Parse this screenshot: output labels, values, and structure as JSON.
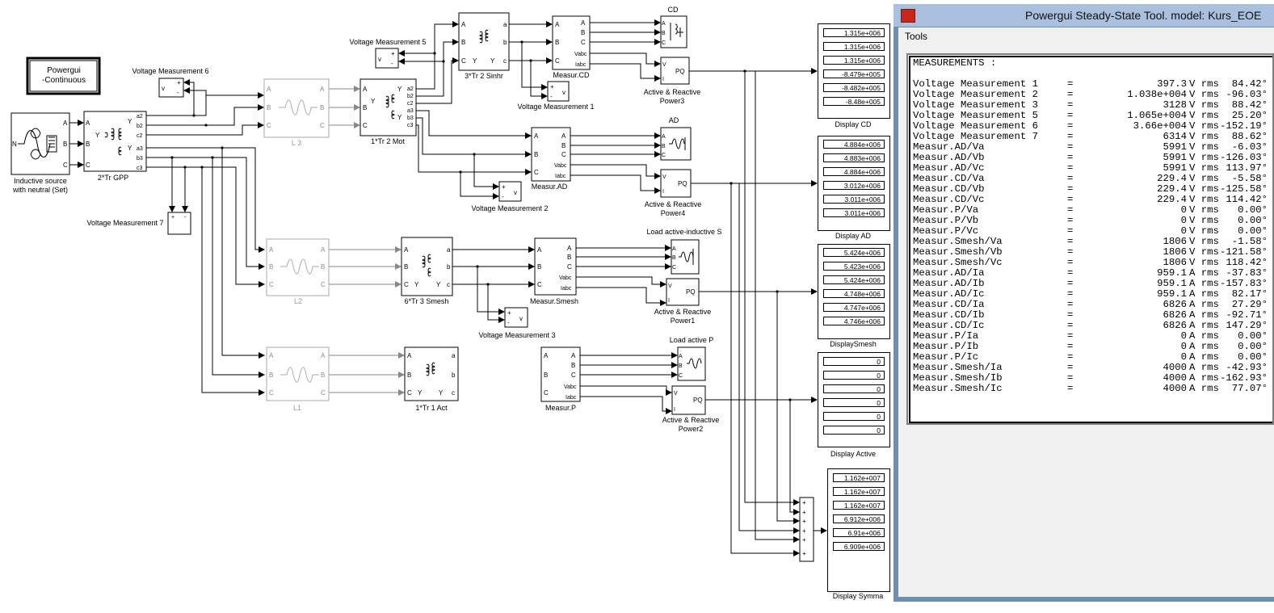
{
  "blocks": {
    "powergui": "Powergui\n-Continuous",
    "powergui_l1": "Powergui",
    "powergui_l2": "-Continuous",
    "source_l1": "Inductive source",
    "source_l2": "with neutral (Set)",
    "tr_gpp": "2*Tr GPP",
    "vm6": "Voltage Measurement 6",
    "vm5": "Voltage Measurement 5",
    "vm7": "Voltage Measurement 7",
    "vm1": "Voltage Measurement 1",
    "vm2": "Voltage Measurement 2",
    "vm3": "Voltage Measurement 3",
    "l3": "L 3",
    "l2": "L2",
    "l1": "L1",
    "tr_mot": "1*Tr 2 Mot",
    "tr_sinhr": "3*Tr 2 Sinhr",
    "tr_smesh": "6*Tr 3 Smesh",
    "tr_act": "1*Tr 1 Act",
    "measur_cd": "Measur.CD",
    "measur_ad": "Measur.AD",
    "measur_smesh": "Measur.Smesh",
    "measur_p": "Measur.P",
    "load_cd": "CD",
    "load_ad": "AD",
    "load_smesh": "Load active-inductive  S",
    "load_p": "Load active P",
    "pq3_l1": "Active & Reactive",
    "pq3_l2": "Power3",
    "pq4_l1": "Active & Reactive",
    "pq4_l2": "Power4",
    "pq1_l1": "Active & Reactive",
    "pq1_l2": "Power1",
    "pq2_l1": "Active & Reactive",
    "pq2_l2": "Power2",
    "port_a": "A",
    "port_b": "B",
    "port_c": "C",
    "port_a_low": "a",
    "port_b_low": "b",
    "port_c_low": "c",
    "port_vabc": "Vabc",
    "port_iabc": "Iabc",
    "port_pq": "PQ",
    "port_v": "V",
    "port_i": "I",
    "port_y": "Y",
    "port_n": "N",
    "port_a2": "a2",
    "port_b2": "b2",
    "port_c2": "c2",
    "port_a3": "a3",
    "port_b3": "b3",
    "port_c3": "c3",
    "plus": "+",
    "minus": "-",
    "v": "v"
  },
  "displays": {
    "cd": {
      "title": "Display CD",
      "values": [
        "1.315e+006",
        "1.315e+006",
        "1.315e+006",
        "-8.479e+005",
        "-8.482e+005",
        "-8.48e+005"
      ]
    },
    "ad": {
      "title": "Display AD",
      "values": [
        "4.884e+006",
        "4.883e+006",
        "4.884e+006",
        "3.012e+006",
        "3.011e+006",
        "3.011e+006"
      ]
    },
    "smesh": {
      "title": "DisplaySmesh",
      "values": [
        "5.424e+006",
        "5.423e+006",
        "5.424e+006",
        "4.748e+006",
        "4.747e+006",
        "4.746e+006"
      ]
    },
    "active": {
      "title": "Display Active",
      "values": [
        "0",
        "0",
        "0",
        "0",
        "0",
        "0"
      ]
    },
    "symma": {
      "title": "Display Symma",
      "values": [
        "1.162e+007",
        "1.162e+007",
        "1.162e+007",
        "6.912e+006",
        "6.91e+006",
        "6.909e+006"
      ]
    }
  },
  "tool_window": {
    "title": "Powergui Steady-State Tool. model: Kurs_EOE",
    "menu": "Tools",
    "header": "MEASUREMENTS :",
    "rows": [
      {
        "name": "Voltage Measurement 1",
        "value": "397.3",
        "unit": "V rms",
        "angle": "84.42°"
      },
      {
        "name": "Voltage Measurement 2",
        "value": "1.038e+004",
        "unit": "V rms",
        "angle": "-96.03°"
      },
      {
        "name": "Voltage Measurement 3",
        "value": "3128",
        "unit": "V rms",
        "angle": "88.42°"
      },
      {
        "name": "Voltage Measurement 5",
        "value": "1.065e+004",
        "unit": "V rms",
        "angle": "25.20°"
      },
      {
        "name": "Voltage Measurement 6",
        "value": "3.66e+004",
        "unit": "V rms",
        "angle": "-152.19°"
      },
      {
        "name": "Voltage Measurement 7",
        "value": "6314",
        "unit": "V rms",
        "angle": "88.62°"
      },
      {
        "name": "Measur.AD/Va",
        "value": "5991",
        "unit": "V rms",
        "angle": "-6.03°"
      },
      {
        "name": "Measur.AD/Vb",
        "value": "5991",
        "unit": "V rms",
        "angle": "-126.03°"
      },
      {
        "name": "Measur.AD/Vc",
        "value": "5991",
        "unit": "V rms",
        "angle": "113.97°"
      },
      {
        "name": "Measur.CD/Va",
        "value": "229.4",
        "unit": "V rms",
        "angle": "-5.58°"
      },
      {
        "name": "Measur.CD/Vb",
        "value": "229.4",
        "unit": "V rms",
        "angle": "-125.58°"
      },
      {
        "name": "Measur.CD/Vc",
        "value": "229.4",
        "unit": "V rms",
        "angle": "114.42°"
      },
      {
        "name": "Measur.P/Va",
        "value": "0",
        "unit": "V rms",
        "angle": "0.00°"
      },
      {
        "name": "Measur.P/Vb",
        "value": "0",
        "unit": "V rms",
        "angle": "0.00°"
      },
      {
        "name": "Measur.P/Vc",
        "value": "0",
        "unit": "V rms",
        "angle": "0.00°"
      },
      {
        "name": "Measur.Smesh/Va",
        "value": "1806",
        "unit": "V rms",
        "angle": "-1.58°"
      },
      {
        "name": "Measur.Smesh/Vb",
        "value": "1806",
        "unit": "V rms",
        "angle": "-121.58°"
      },
      {
        "name": "Measur.Smesh/Vc",
        "value": "1806",
        "unit": "V rms",
        "angle": "118.42°"
      },
      {
        "name": "Measur.AD/Ia",
        "value": "959.1",
        "unit": "A rms",
        "angle": "-37.83°"
      },
      {
        "name": "Measur.AD/Ib",
        "value": "959.1",
        "unit": "A rms",
        "angle": "-157.83°"
      },
      {
        "name": "Measur.AD/Ic",
        "value": "959.1",
        "unit": "A rms",
        "angle": "82.17°"
      },
      {
        "name": "Measur.CD/Ia",
        "value": "6826",
        "unit": "A rms",
        "angle": "27.29°"
      },
      {
        "name": "Measur.CD/Ib",
        "value": "6826",
        "unit": "A rms",
        "angle": "-92.71°"
      },
      {
        "name": "Measur.CD/Ic",
        "value": "6826",
        "unit": "A rms",
        "angle": "147.29°"
      },
      {
        "name": "Measur.P/Ia",
        "value": "0",
        "unit": "A rms",
        "angle": "0.00°"
      },
      {
        "name": "Measur.P/Ib",
        "value": "0",
        "unit": "A rms",
        "angle": "0.00°"
      },
      {
        "name": "Measur.P/Ic",
        "value": "0",
        "unit": "A rms",
        "angle": "0.00°"
      },
      {
        "name": "Measur.Smesh/Ia",
        "value": "4000",
        "unit": "A rms",
        "angle": "-42.93°"
      },
      {
        "name": "Measur.Smesh/Ib",
        "value": "4000",
        "unit": "A rms",
        "angle": "-162.93°"
      },
      {
        "name": "Measur.Smesh/Ic",
        "value": "4000",
        "unit": "A rms",
        "angle": "77.07°"
      }
    ]
  }
}
